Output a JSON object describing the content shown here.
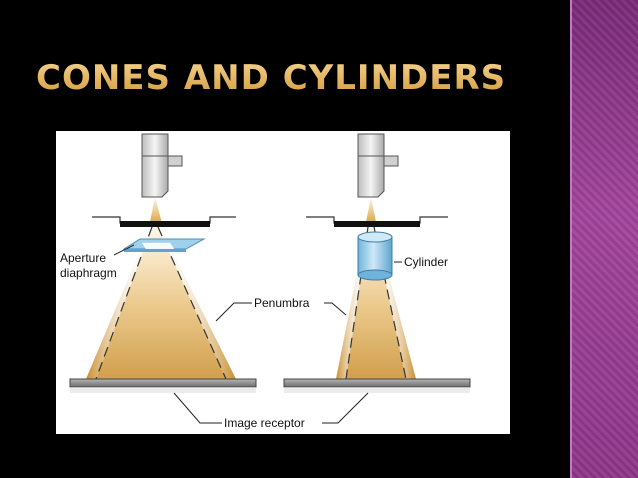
{
  "slide": {
    "title": "Cones and cylinders"
  },
  "figure": {
    "labels": {
      "aperture_line1": "Aperture",
      "aperture_line2": "diaphragm",
      "cylinder": "Cylinder",
      "penumbra": "Penumbra",
      "image_receptor": "Image receptor"
    },
    "colors": {
      "beam": "#d9a44a",
      "aperture": "#9fd0ec",
      "cylinder": "#8fc7e6",
      "tube": "#d8d8d8",
      "receptor": "#8c8c8c"
    }
  },
  "theme": {
    "title_color": "#e8b766",
    "side_band": "#9b3c95"
  }
}
